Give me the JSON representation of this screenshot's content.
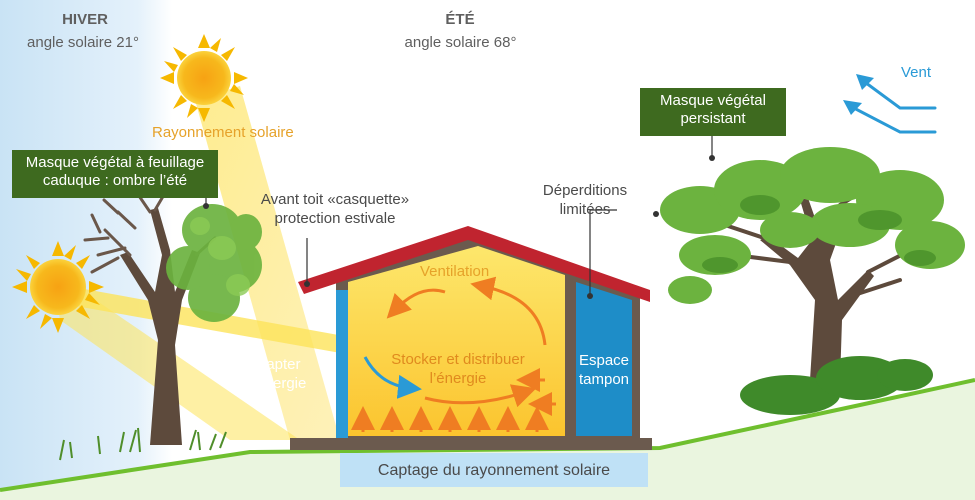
{
  "winter": {
    "title": "HIVER",
    "angle": "angle solaire 21°"
  },
  "summer": {
    "title": "ÉTÉ",
    "angle": "angle solaire 68°"
  },
  "labels": {
    "rayonnement": "Rayonnement solaire",
    "masque_caduque": [
      "Masque végétal à feuillage",
      "caduque : ombre l’été"
    ],
    "masque_persistant": [
      "Masque végétal",
      "persistant"
    ],
    "vent": "Vent",
    "avant_toit": [
      "Avant toit «casquette»",
      "protection estivale"
    ],
    "deperditions": [
      "Déperditions",
      "limitées"
    ],
    "ventilation": "Ventilation",
    "capter": [
      "Capter",
      "l’énergie"
    ],
    "stocker": [
      "Stocker et distribuer",
      "l’énergie"
    ],
    "espace": [
      "Espace",
      "tampon"
    ],
    "captage": "Captage du rayonnement solaire"
  },
  "colors": {
    "sky_winter": "#d6eaf8",
    "sun": "#f6b800",
    "sun_core": "#f39a0a",
    "beam": "#fde35a",
    "roof": "#c0242f",
    "wall": "#6b5a4e",
    "interior": "#fdd835",
    "buffer": "#1e8dc8",
    "arrow_orange": "#ef7d22",
    "arrow_blue": "#2a9ad6",
    "box_green": "#3e6a1f",
    "ground": "#6fbf2e",
    "captage_bg": "#bfe1f6"
  },
  "icons": [
    "sun-icon",
    "tree-icon",
    "wind-arrow-icon",
    "circulation-arrow-icon",
    "heat-arrow-icon"
  ]
}
